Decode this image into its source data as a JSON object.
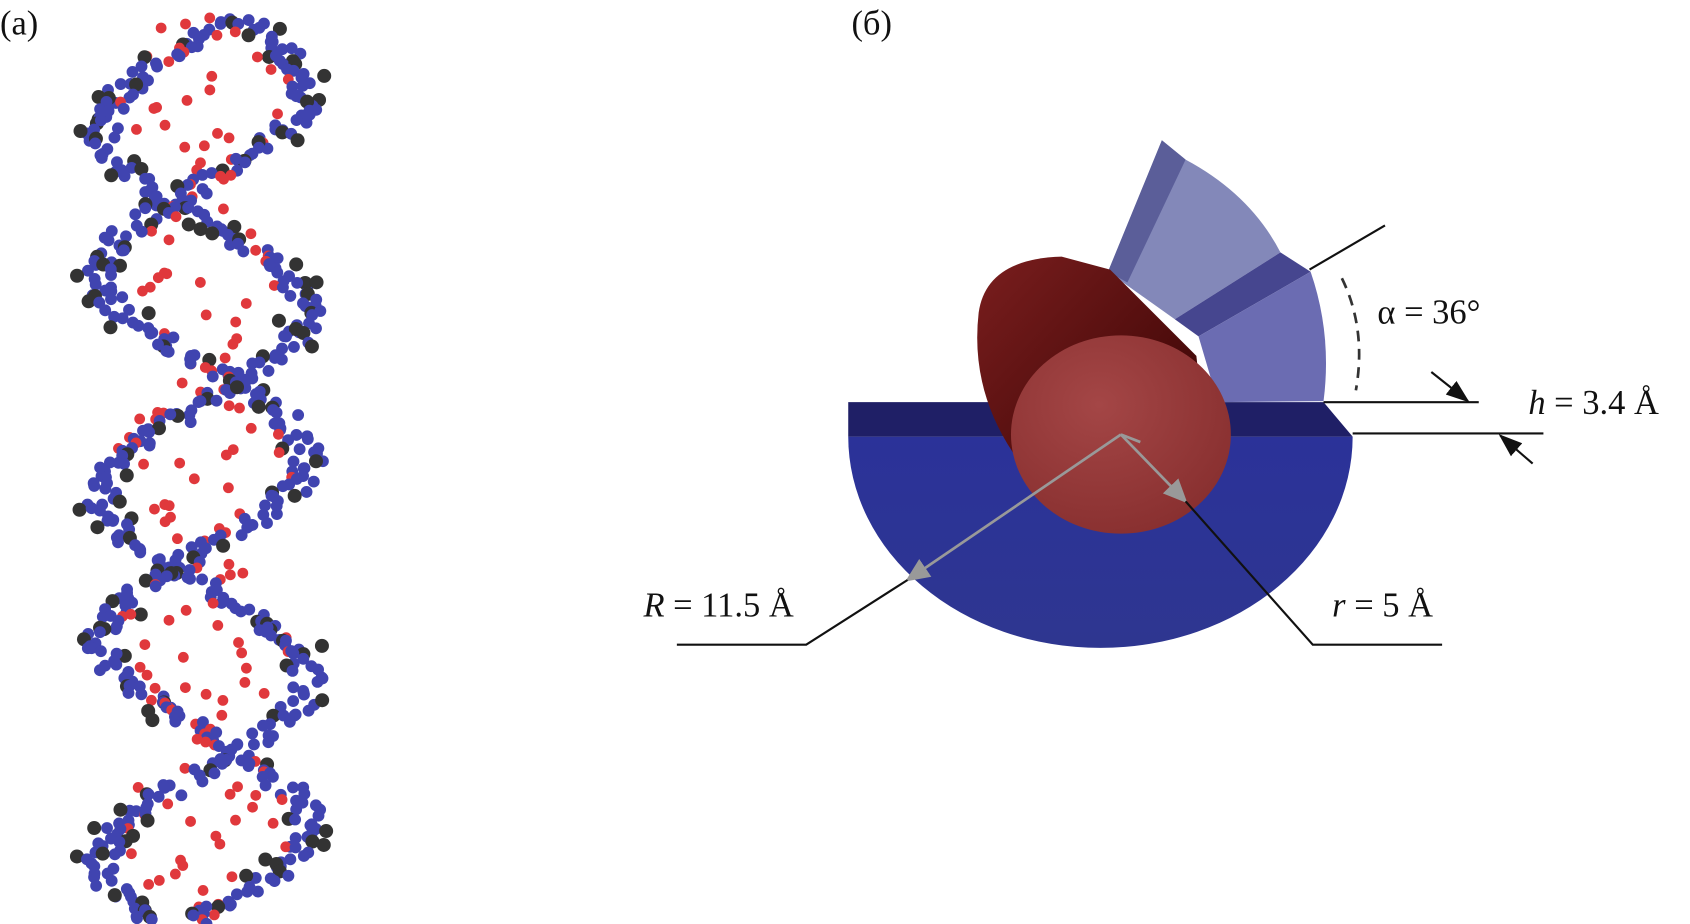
{
  "panels": {
    "a": {
      "label": "(a)"
    },
    "b": {
      "label": "(б)"
    }
  },
  "annotations": {
    "alpha": {
      "symbol": "α",
      "rest": " = 36°"
    },
    "h": {
      "symbol": "h",
      "rest": " = 3.4 Å"
    },
    "R": {
      "symbol": "R",
      "rest": " = 11.5 Å"
    },
    "r": {
      "symbol": "r",
      "rest": " = 5 Å"
    }
  },
  "colors": {
    "blue_disk": "#2e3597",
    "blue_top": "#1f1f66",
    "wedge_light": "#8388b9",
    "wedge_mid": "#6b6cb2",
    "wedge_edge": "#46468f",
    "cylinder_face": "#963b3b",
    "cylinder_body": "#5c1414",
    "dna_red": "#e0383c",
    "dna_blue": "#4044b0",
    "dna_black": "#333333"
  }
}
